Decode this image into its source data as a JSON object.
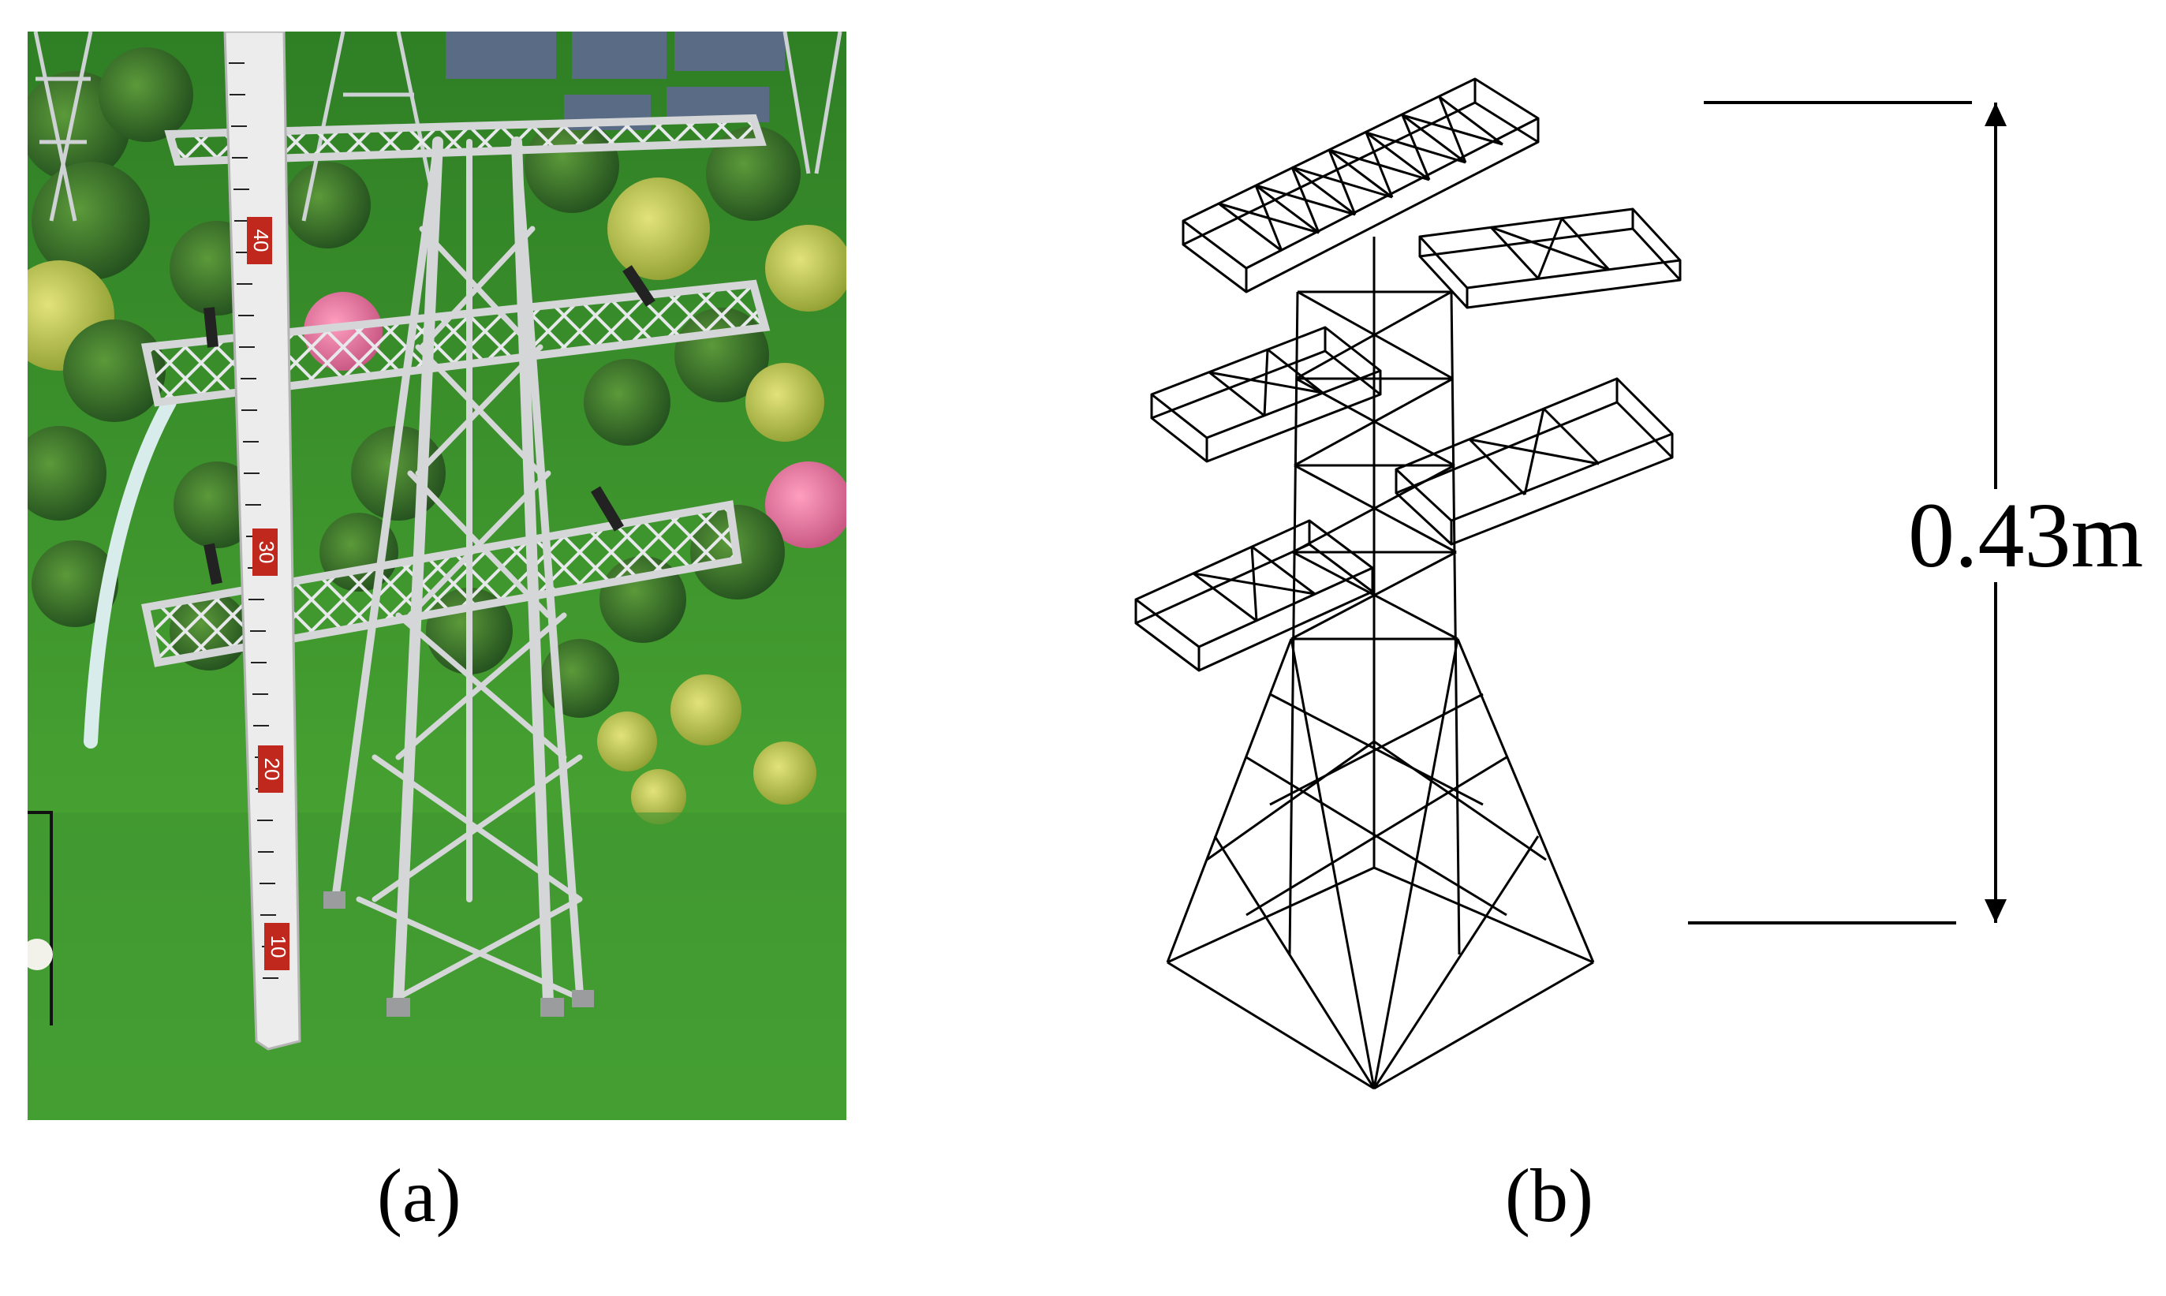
{
  "figure": {
    "panel_a": {
      "caption": "(a)",
      "ruler_labels": [
        "40",
        "30",
        "20",
        "10"
      ]
    },
    "panel_b": {
      "caption": "(b)",
      "height_label": "0.43m"
    }
  },
  "colors": {
    "grass": "#3f9a2e",
    "tower_model": "#d4d6d8",
    "ruler_red": "#c0281d",
    "wireframe": "#000000"
  }
}
